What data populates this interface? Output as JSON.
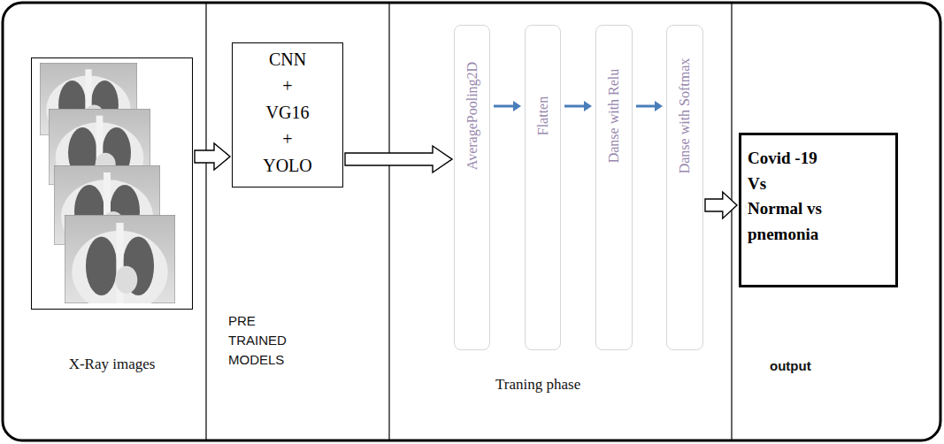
{
  "diagram": {
    "nodes": [
      {
        "text": [
          "X-Ray images"
        ]
      },
      {
        "text": [
          "CNN + VG16 + YOLO"
        ]
      },
      {
        "text": [
          "AveragePooling2D"
        ]
      },
      {
        "text": [
          "Flatten"
        ]
      },
      {
        "text": [
          "Danse with Relu"
        ]
      },
      {
        "text": [
          "Danse with Softmax"
        ]
      },
      {
        "text": [
          "Covid -19 Vs Normal vs pnemonia"
        ]
      }
    ],
    "edges": [
      {
        "from": 0,
        "to": 1,
        "arrow": "to"
      },
      {
        "from": 1,
        "to": 2,
        "arrow": "to"
      },
      {
        "from": 2,
        "to": 3,
        "arrow": "to"
      },
      {
        "from": 3,
        "to": 4,
        "arrow": "to"
      },
      {
        "from": 4,
        "to": 5,
        "arrow": "to"
      },
      {
        "from": 5,
        "to": 6,
        "arrow": "to"
      }
    ],
    "labels": [
      "PRE TRAINED MODELS",
      "Traning phase",
      "output"
    ]
  }
}
